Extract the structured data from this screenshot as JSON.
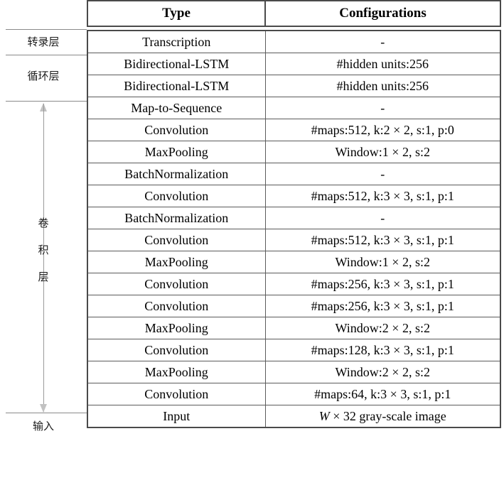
{
  "figure": {
    "type": "network-architecture-table"
  },
  "annotations": {
    "items": [
      {
        "label": "转录层",
        "name": "transcription-layer-label"
      },
      {
        "label": "循环层",
        "name": "recurrent-layer-label"
      },
      {
        "label": "卷积层",
        "name": "convolution-layer-label",
        "chars": [
          "卷",
          "积",
          "层"
        ]
      },
      {
        "label": "输入",
        "name": "input-label"
      }
    ],
    "transcription": "转录层",
    "recurrent": "循环层",
    "convolution_chars": [
      "卷",
      "积",
      "层"
    ],
    "input": "输入"
  },
  "table": {
    "columns": [
      "Type",
      "Configurations"
    ],
    "rows": [
      {
        "type": "Transcription",
        "config": "-"
      },
      {
        "type": "Bidirectional-LSTM",
        "config": "#hidden units:256"
      },
      {
        "type": "Bidirectional-LSTM",
        "config": "#hidden units:256"
      },
      {
        "type": "Map-to-Sequence",
        "config": "-"
      },
      {
        "type": "Convolution",
        "config": "#maps:512, k:2 × 2, s:1, p:0"
      },
      {
        "type": "MaxPooling",
        "config": "Window:1 × 2, s:2"
      },
      {
        "type": "BatchNormalization",
        "config": "-"
      },
      {
        "type": "Convolution",
        "config": "#maps:512, k:3 × 3, s:1, p:1"
      },
      {
        "type": "BatchNormalization",
        "config": "-"
      },
      {
        "type": "Convolution",
        "config": "#maps:512, k:3 × 3, s:1, p:1"
      },
      {
        "type": "MaxPooling",
        "config": "Window:1 × 2, s:2"
      },
      {
        "type": "Convolution",
        "config": "#maps:256, k:3 × 3, s:1, p:1"
      },
      {
        "type": "Convolution",
        "config": "#maps:256, k:3 × 3, s:1, p:1"
      },
      {
        "type": "MaxPooling",
        "config": "Window:2 × 2, s:2"
      },
      {
        "type": "Convolution",
        "config": "#maps:128, k:3 × 3, s:1, p:1"
      },
      {
        "type": "MaxPooling",
        "config": "Window:2 × 2, s:2"
      },
      {
        "type": "Convolution",
        "config": "#maps:64, k:3 × 3, s:1, p:1"
      },
      {
        "type": "Input",
        "config_italic_prefix": "W",
        "config_rest": " × 32 gray-scale image"
      }
    ]
  },
  "colors": {
    "border": "#5b5b5b",
    "border_strong": "#4a4a4a",
    "annotation_line": "#8a8a8a",
    "arrow": "#c2c2c2",
    "text": "#000000"
  }
}
